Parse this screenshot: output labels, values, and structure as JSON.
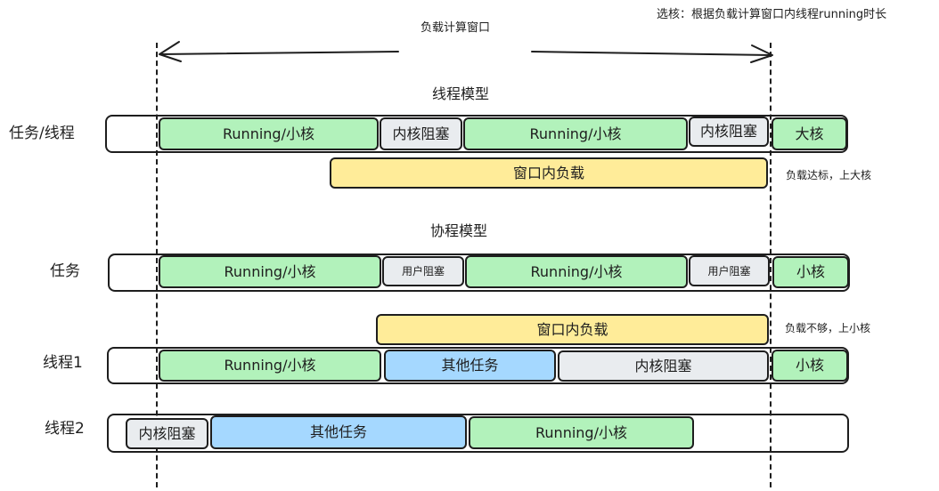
{
  "header": {
    "selection_note": "选核：根据负载计算窗口内线程running时长",
    "window_label": "负载计算窗口"
  },
  "thread_model": {
    "title": "线程模型",
    "row_label": "任务/线程",
    "segments": [
      {
        "label": "Running/小核",
        "type": "running"
      },
      {
        "label": "内核阻塞",
        "type": "blocked"
      },
      {
        "label": "Running/小核",
        "type": "running"
      },
      {
        "label": "内核阻塞",
        "type": "blocked"
      },
      {
        "label": "大核",
        "type": "running"
      }
    ],
    "window_load": "窗口内负载",
    "note": "负载达标，上大核"
  },
  "coroutine_model": {
    "title": "协程模型",
    "task_row": {
      "label": "任务",
      "segments": [
        {
          "label": "Running/小核",
          "type": "running"
        },
        {
          "label": "用户阻塞",
          "type": "blocked"
        },
        {
          "label": "Running/小核",
          "type": "running"
        },
        {
          "label": "用户阻塞",
          "type": "blocked"
        },
        {
          "label": "小核",
          "type": "running"
        }
      ]
    },
    "window_load": "窗口内负载",
    "note": "负载不够，上小核",
    "thread1": {
      "label": "线程1",
      "segments": [
        {
          "label": "Running/小核",
          "type": "running"
        },
        {
          "label": "其他任务",
          "type": "other"
        },
        {
          "label": "内核阻塞",
          "type": "blocked"
        },
        {
          "label": "小核",
          "type": "running"
        }
      ]
    },
    "thread2": {
      "label": "线程2",
      "segments": [
        {
          "label": "内核阻塞",
          "type": "blocked"
        },
        {
          "label": "其他任务",
          "type": "other"
        },
        {
          "label": "Running/小核",
          "type": "running"
        }
      ]
    }
  },
  "colors": {
    "running": "#b2f2bb",
    "blocked": "#e9ecef",
    "other": "#a5d8ff",
    "window": "#ffec99",
    "stroke": "#1e1e1e"
  }
}
